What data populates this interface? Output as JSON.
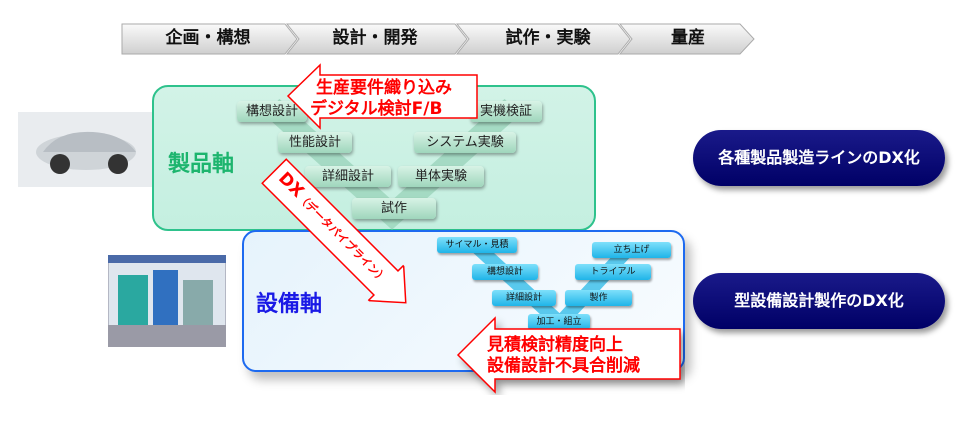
{
  "phases": [
    "企画・構想",
    "設計・開発",
    "試作・実験",
    "量産"
  ],
  "product_axis": {
    "label": "製品軸",
    "v_steps": [
      "構想設計",
      "実機検証",
      "性能設計",
      "システム実験",
      "詳細設計",
      "単体実験",
      "試作"
    ]
  },
  "equipment_axis": {
    "label": "設備軸",
    "v_steps": [
      "サイマル・見積",
      "立ち上げ",
      "構想設計",
      "トライアル",
      "詳細設計",
      "製作",
      "加工・組立"
    ]
  },
  "feedback_arrow_top": {
    "line1": "生産要件織り込み",
    "line2": "デジタル検討F/B"
  },
  "feedback_arrow_bottom": {
    "line1": "見積検討精度向上",
    "line2": "設備設計不具合削減"
  },
  "dx_arrow": {
    "main": "DX",
    "sub": "（データパイプライン）"
  },
  "buttons": {
    "product_dx": "各種製品製造ラインのDX化",
    "equipment_dx": "型設備設計製作のDX化"
  },
  "colors": {
    "product": "#1db56e",
    "equipment": "#1a1ae6",
    "accent_red": "#ff0000",
    "navy": "#000066"
  }
}
